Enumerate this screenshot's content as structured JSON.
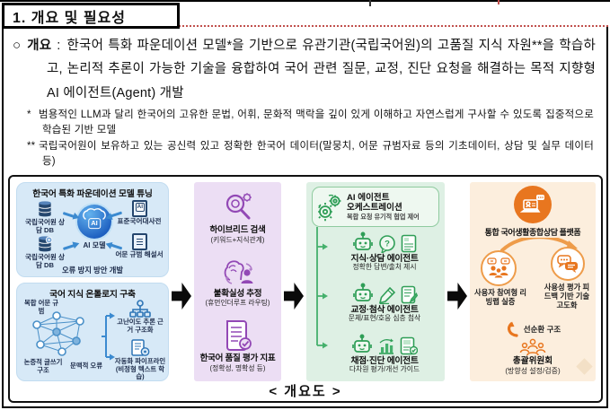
{
  "page": {
    "title": "1. 개요 및 필요성",
    "caption": "< 개요도 >"
  },
  "overview": {
    "bullet": "○",
    "label": "개요",
    "sep": ":",
    "body": "한국어 특화 파운데이션 모델*을 기반으로 유관기관(국립국어원)의 고품질 지식 자원**을 학습하고, 논리적 추론이 가능한 기술을 융합하여 국어 관련 질문, 교정, 진단 요청을 해결하는 목적 지향형 AI 에이전트(Agent) 개발",
    "footnotes": [
      {
        "marker": "*",
        "text": "범용적인 LLM과 달리 한국어의 고유한 문법, 어휘, 문화적 맥락을 깊이 있게 이해하고 자연스럽게 구사할 수 있도록 집중적으로 학습된 기반 모델"
      },
      {
        "marker": "**",
        "text": "국립국어원이 보유하고 있는 공신력 있고 정확한 한국어 데이터(말뭉치, 어문 규범자료 등의 기초데이터, 상담 및 실무 데이터 등)"
      }
    ]
  },
  "diagram": {
    "foundation": {
      "title": "한국어 특화 파운데이션 모델 튜닝",
      "db_top": "국립국어원 상담 DB",
      "db_bottom": "국립국어원 상담 DB",
      "center": "AI 모델",
      "ai_chip": "AI",
      "dict": "표준국어대사전",
      "norms": "어문 규범 해설서",
      "bottom": "오류 방지 방안 개발"
    },
    "ontology": {
      "title": "국어 지식 온톨로지 구축",
      "top_label": "복합 어문 규범",
      "bottom_left": "논증적 글쓰기 구조",
      "bottom_right": "문맥적 오류",
      "out1": "고난이도 추론 근거 구조화",
      "out2": "자동화 파이프라인",
      "out2_sub": "(비정형 텍스트 학습)"
    },
    "middle": {
      "items": [
        {
          "title": "하이브리드 검색",
          "sub": "(키워드+지식관계)"
        },
        {
          "title": "불확실성 추정",
          "sub": "(휴먼인더루프 라우팅)"
        },
        {
          "title": "한국어 품질 평가 지표",
          "sub": "(정확성, 명확성 등)"
        }
      ]
    },
    "agents": {
      "header1": "AI 에이전트",
      "header2": "오케스트레이션",
      "header_sub": "복합 요청 유기적 협업 제어",
      "qmark": "?",
      "items": [
        {
          "title": "지식·상담 에이전트",
          "sub": "정확한 답변/출처 제시"
        },
        {
          "title": "교정·첨삭 에이전트",
          "sub": "문체/표현/호응 심층 첨삭"
        },
        {
          "title": "채점·진단 에이전트",
          "sub": "다차원 평가/개선 가이드"
        }
      ]
    },
    "platform": {
      "title": "통합 국어생활종합상담 플랫폼",
      "left_label": "사용자 참여형 리빙랩 실증",
      "right_label": "사용성 평가 피드백 기반 기술 고도화",
      "cycle_label": "선순환 구조",
      "committee": "총괄위원회",
      "committee_sub": "(방향성 설정/검증)"
    }
  },
  "colors": {
    "blue_bg": "#d7e9f7",
    "purple_bg": "#ecdef4",
    "green_bg": "#def0e4",
    "orange_bg": "#fceedd",
    "accent_blue": "#2e75b6",
    "accent_purple": "#9248b5",
    "accent_green": "#2f9e57",
    "accent_orange": "#e8761f",
    "dotted_red": "#c0504d"
  }
}
